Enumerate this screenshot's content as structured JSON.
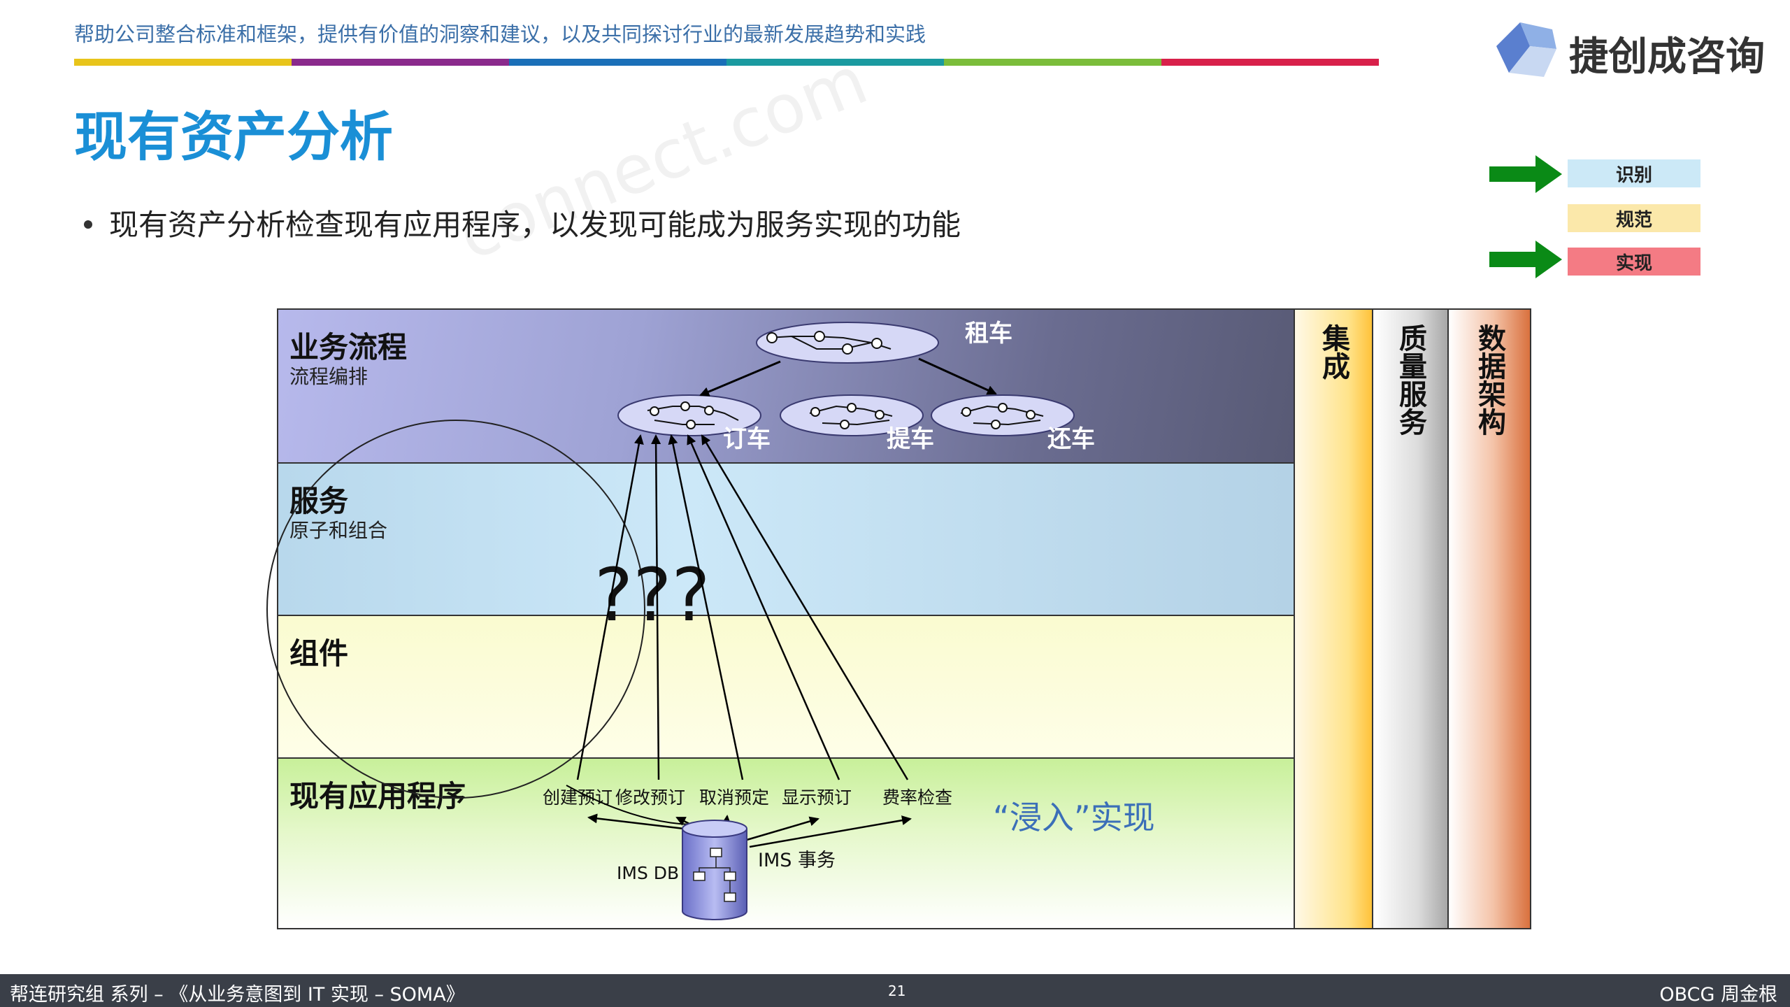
{
  "header": {
    "tagline": "帮助公司整合标准和框架，提供有价值的洞察和建议，以及共同探讨行业的最新发展趋势和实践",
    "colorbar": [
      "#e8c41a",
      "#8a2a8c",
      "#1a6fb8",
      "#1a9aa0",
      "#7bbd3a",
      "#d8204a"
    ]
  },
  "logo": {
    "text": "捷创成咨询",
    "colors": [
      "#5a7fcf",
      "#8fb0e6",
      "#c8d8f2"
    ]
  },
  "title": "现有资产分析",
  "bullet": "现有资产分析检查现有应用程序，以发现可能成为服务实现的功能",
  "watermark": "connect.com",
  "legend": {
    "items": [
      {
        "label": "识别",
        "color": "#cce9f7",
        "arrow": true
      },
      {
        "label": "规范",
        "color": "#fbe8aa",
        "arrow": false
      },
      {
        "label": "实现",
        "color": "#f47b84",
        "arrow": true
      }
    ],
    "arrow_color": "#0a8a16"
  },
  "diagram": {
    "lanes": {
      "business": {
        "title": "业务流程",
        "subtitle": "流程编排"
      },
      "services": {
        "title": "服务",
        "subtitle": "原子和组合"
      },
      "components": {
        "title": "组件"
      },
      "apps": {
        "title": "现有应用程序"
      }
    },
    "columns": {
      "integration": "集成",
      "qos": "质量服务",
      "data": "数据架构"
    },
    "processes": {
      "top": "租车",
      "order": "订车",
      "pickup": "提车",
      "return": "还车"
    },
    "question_marks": "???",
    "functions": [
      "创建预订",
      "修改预订",
      "取消预定",
      "显示预订",
      "费率检查"
    ],
    "db_label": "IMS DB",
    "tx_label": "IMS 事务",
    "invasive": "“浸入”实现"
  },
  "footer": {
    "left": "帮连研究组 系列 – 《从业务意图到 IT 实现 – SOMA》",
    "page": "21",
    "right": "OBCG 周金根"
  }
}
